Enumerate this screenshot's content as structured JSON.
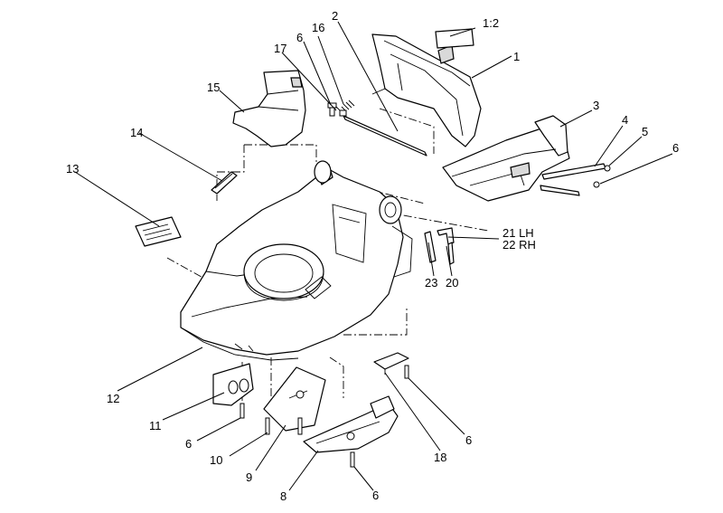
{
  "callouts": [
    {
      "id": "c1",
      "text": "1"
    },
    {
      "id": "c1_2",
      "text": "1:2"
    },
    {
      "id": "c2",
      "text": "2"
    },
    {
      "id": "c3",
      "text": "3"
    },
    {
      "id": "c4",
      "text": "4"
    },
    {
      "id": "c5",
      "text": "5"
    },
    {
      "id": "c6a",
      "text": "6"
    },
    {
      "id": "c6b",
      "text": "6"
    },
    {
      "id": "c6c",
      "text": "6"
    },
    {
      "id": "c6d",
      "text": "6"
    },
    {
      "id": "c6e",
      "text": "6"
    },
    {
      "id": "c8",
      "text": "8"
    },
    {
      "id": "c9",
      "text": "9"
    },
    {
      "id": "c10",
      "text": "10"
    },
    {
      "id": "c11",
      "text": "11"
    },
    {
      "id": "c12",
      "text": "12"
    },
    {
      "id": "c13",
      "text": "13"
    },
    {
      "id": "c14",
      "text": "14"
    },
    {
      "id": "c15",
      "text": "15"
    },
    {
      "id": "c16",
      "text": "16"
    },
    {
      "id": "c17",
      "text": "17"
    },
    {
      "id": "c18",
      "text": "18"
    },
    {
      "id": "c20",
      "text": "20"
    },
    {
      "id": "c21",
      "text": "21 LH"
    },
    {
      "id": "c22",
      "text": "22 RH"
    },
    {
      "id": "c23",
      "text": "23"
    }
  ]
}
